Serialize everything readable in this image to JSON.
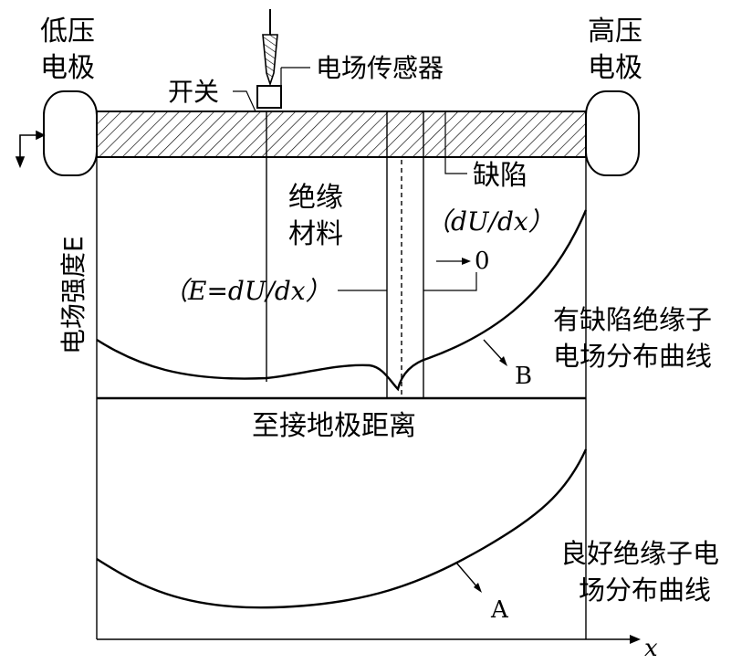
{
  "labels": {
    "low_voltage_line1": "低压",
    "low_voltage_line2": "电极",
    "high_voltage_line1": "高压",
    "high_voltage_line2": "电极",
    "switch": "开关",
    "field_sensor": "电场传感器",
    "defect": "缺陷",
    "insulation_line1": "绝缘",
    "insulation_line2": "材料",
    "y_axis": "电场强度E",
    "x_axis": "x",
    "distance": "至接地极距离",
    "e_formula": "（E=dU/dx）",
    "du_dx": "（dU/dx）",
    "arrow_zero": "0",
    "defect_curve_line1": "有缺陷绝缘子",
    "defect_curve_line2": "电场分布曲线",
    "curve_b": "B",
    "good_curve_line1": "良好绝缘子电",
    "good_curve_line2": "场分布曲线",
    "curve_a": "A"
  },
  "colors": {
    "ink": "#000000",
    "background": "#ffffff"
  }
}
